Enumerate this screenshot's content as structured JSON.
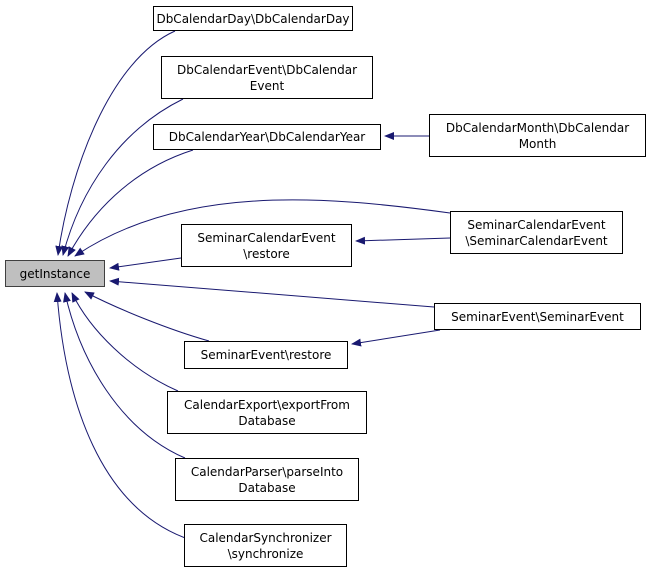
{
  "diagram": {
    "type": "doxygen-caller-graph",
    "colors": {
      "edge": "#191970",
      "focus_fill": "#bfbfbf",
      "node_border": "#000000",
      "node_fill": "#ffffff"
    },
    "focus": {
      "id": "getInstance",
      "lines": [
        "getInstance"
      ]
    },
    "nodes": [
      {
        "id": "dbday",
        "lines": [
          "DbCalendarDay\\DbCalendarDay"
        ]
      },
      {
        "id": "dbevent",
        "lines": [
          "DbCalendarEvent\\DbCalendar",
          "Event"
        ]
      },
      {
        "id": "dbyear",
        "lines": [
          "DbCalendarYear\\DbCalendarYear"
        ]
      },
      {
        "id": "dbmonth",
        "lines": [
          "DbCalendarMonth\\DbCalendar",
          "Month"
        ]
      },
      {
        "id": "scevent",
        "lines": [
          "SeminarCalendarEvent",
          "\\SeminarCalendarEvent"
        ]
      },
      {
        "id": "screstore",
        "lines": [
          "SeminarCalendarEvent",
          "\\restore"
        ]
      },
      {
        "id": "seevent",
        "lines": [
          "SeminarEvent\\SeminarEvent"
        ]
      },
      {
        "id": "serestore",
        "lines": [
          "SeminarEvent\\restore"
        ]
      },
      {
        "id": "export",
        "lines": [
          "CalendarExport\\exportFrom",
          "Database"
        ]
      },
      {
        "id": "parser",
        "lines": [
          "CalendarParser\\parseInto",
          "Database"
        ]
      },
      {
        "id": "sync",
        "lines": [
          "CalendarSynchronizer",
          "\\synchronize"
        ]
      }
    ],
    "edges": [
      {
        "from": "dbday",
        "to": "getInstance"
      },
      {
        "from": "dbevent",
        "to": "getInstance"
      },
      {
        "from": "dbyear",
        "to": "getInstance"
      },
      {
        "from": "scevent",
        "to": "getInstance"
      },
      {
        "from": "screstore",
        "to": "getInstance"
      },
      {
        "from": "seevent",
        "to": "getInstance"
      },
      {
        "from": "serestore",
        "to": "getInstance"
      },
      {
        "from": "export",
        "to": "getInstance"
      },
      {
        "from": "parser",
        "to": "getInstance"
      },
      {
        "from": "sync",
        "to": "getInstance"
      },
      {
        "from": "dbmonth",
        "to": "dbyear"
      },
      {
        "from": "scevent",
        "to": "screstore"
      },
      {
        "from": "seevent",
        "to": "serestore"
      }
    ]
  }
}
